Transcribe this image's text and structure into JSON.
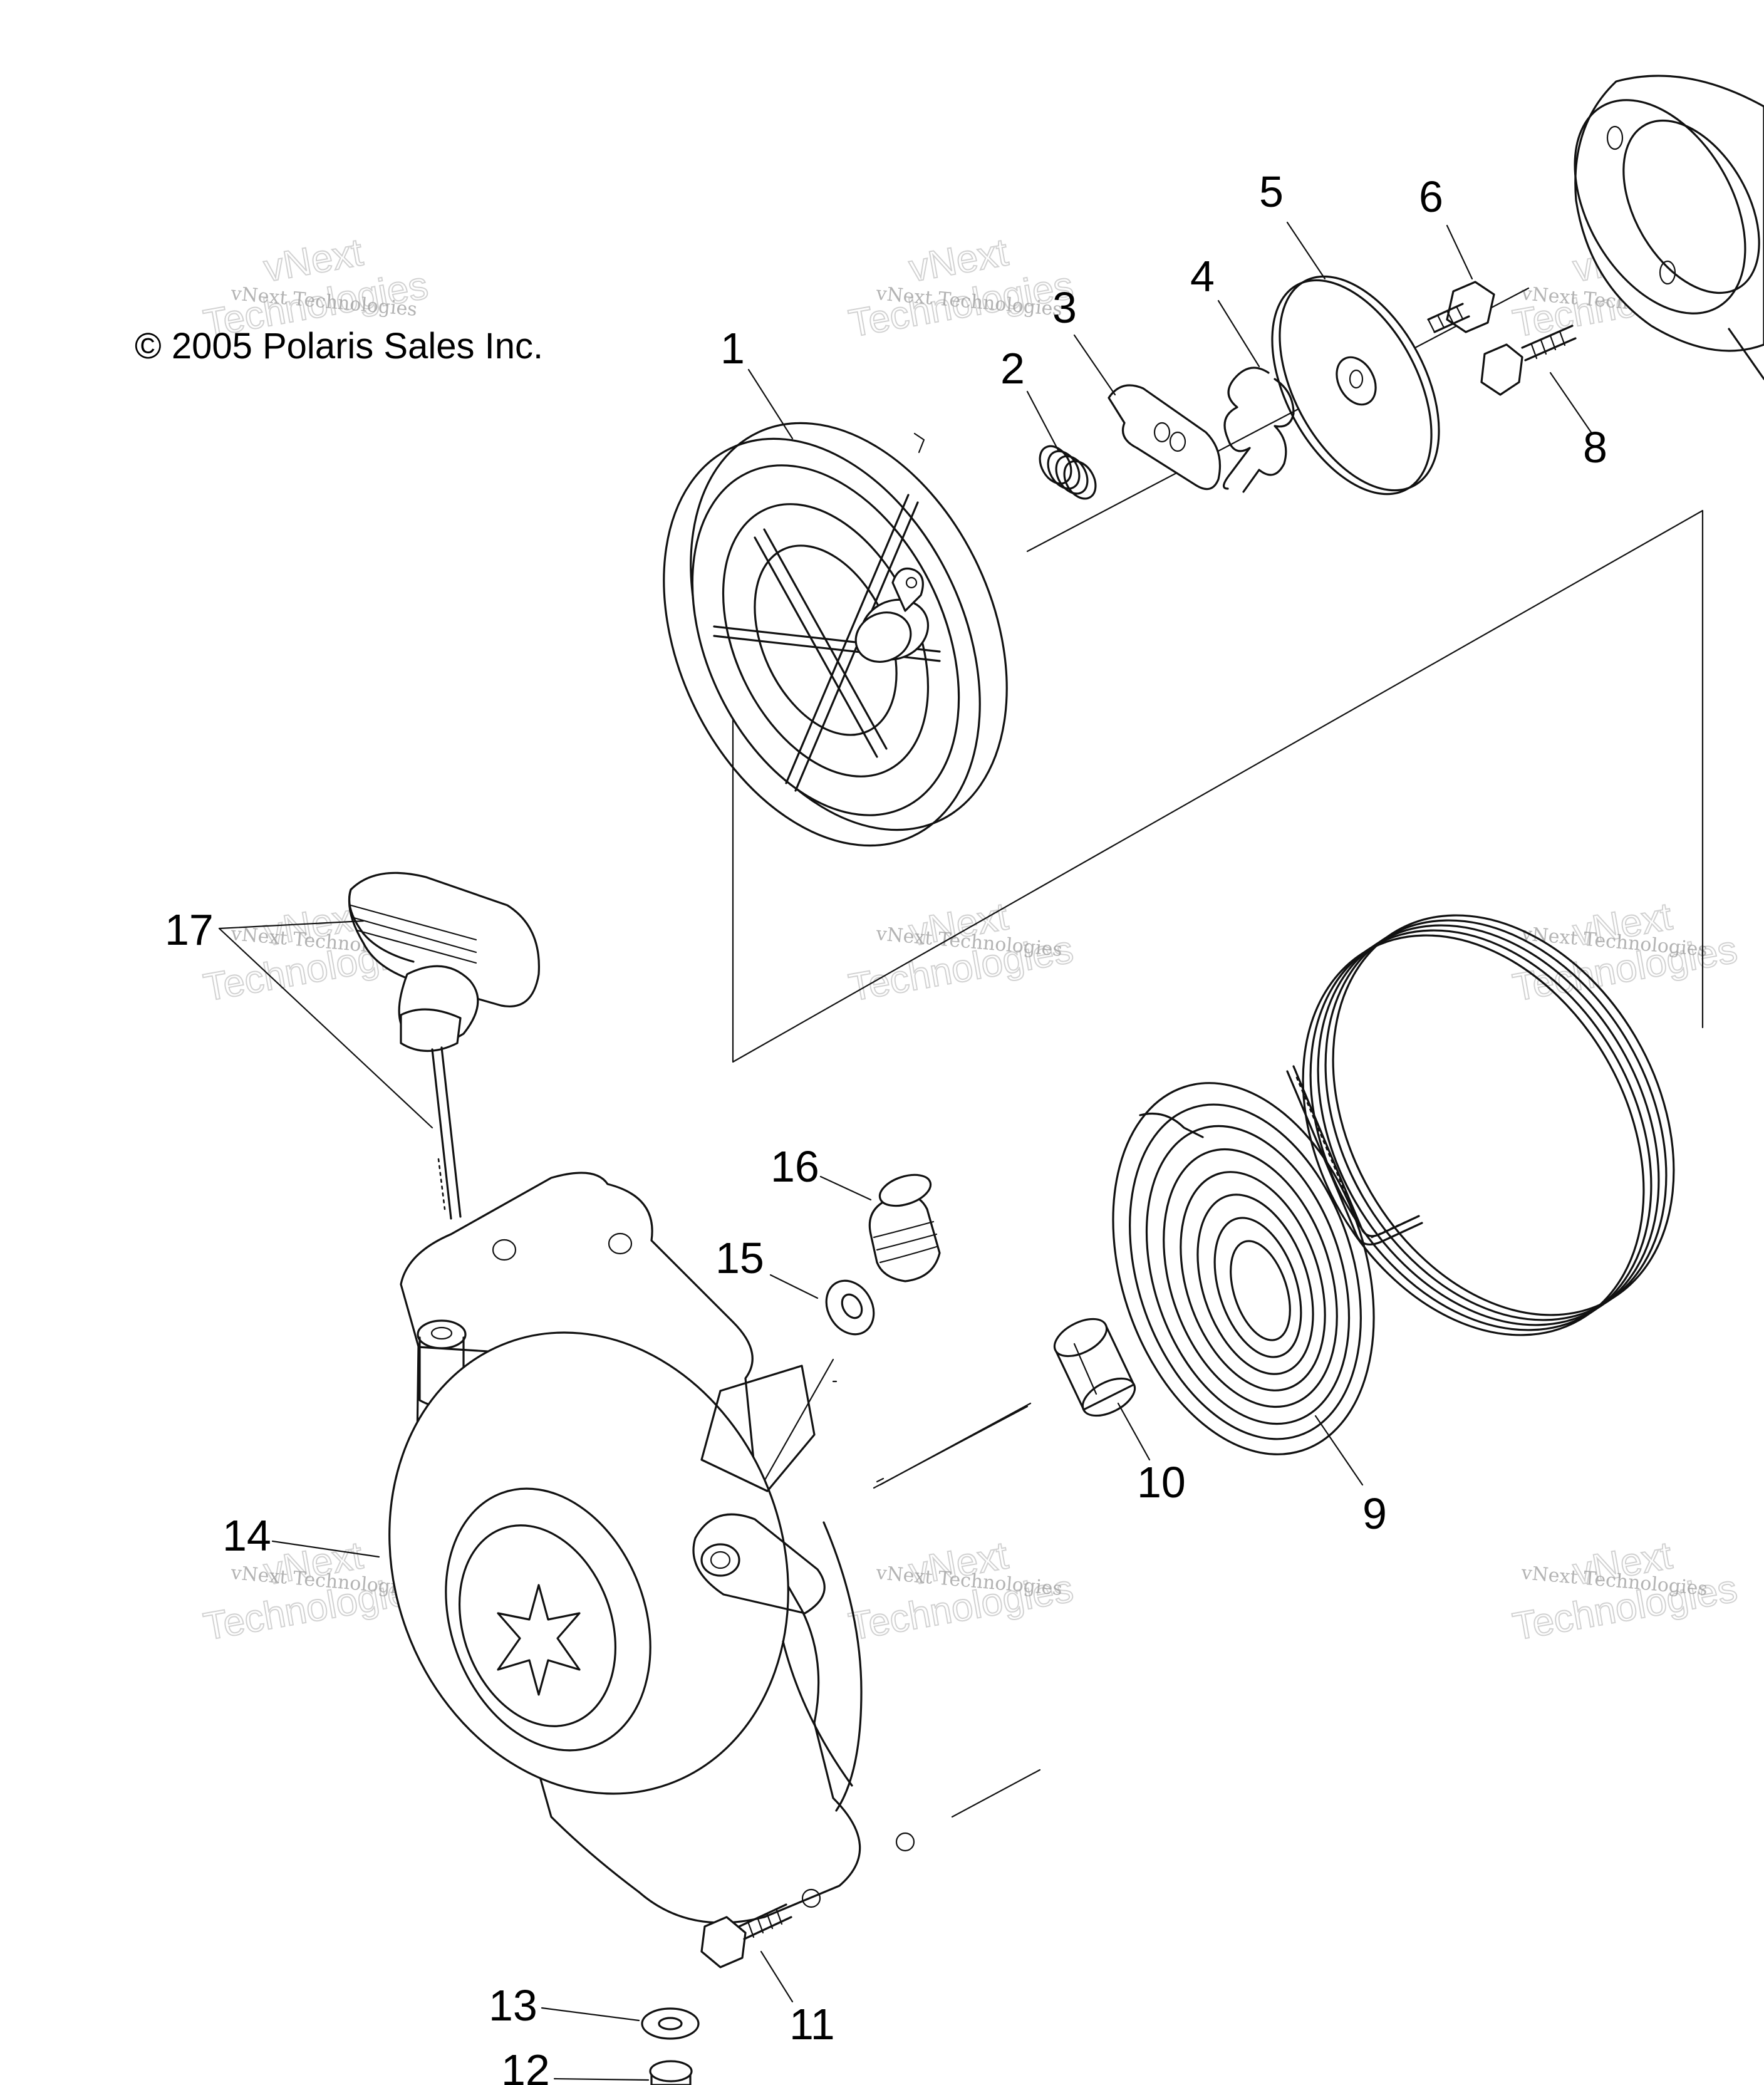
{
  "copyright": "© 2005 Polaris Sales Inc.",
  "watermark": {
    "line1": "vNext Technologies",
    "line2": "vNext",
    "line3": "Technologies"
  },
  "callouts": [
    "1",
    "2",
    "3",
    "4",
    "5",
    "6",
    "8",
    "9",
    "10",
    "11",
    "12",
    "13",
    "14",
    "15",
    "16",
    "17"
  ],
  "colors": {
    "line": "#111111",
    "background": "#ffffff",
    "watermark": "#9a9a9a"
  }
}
